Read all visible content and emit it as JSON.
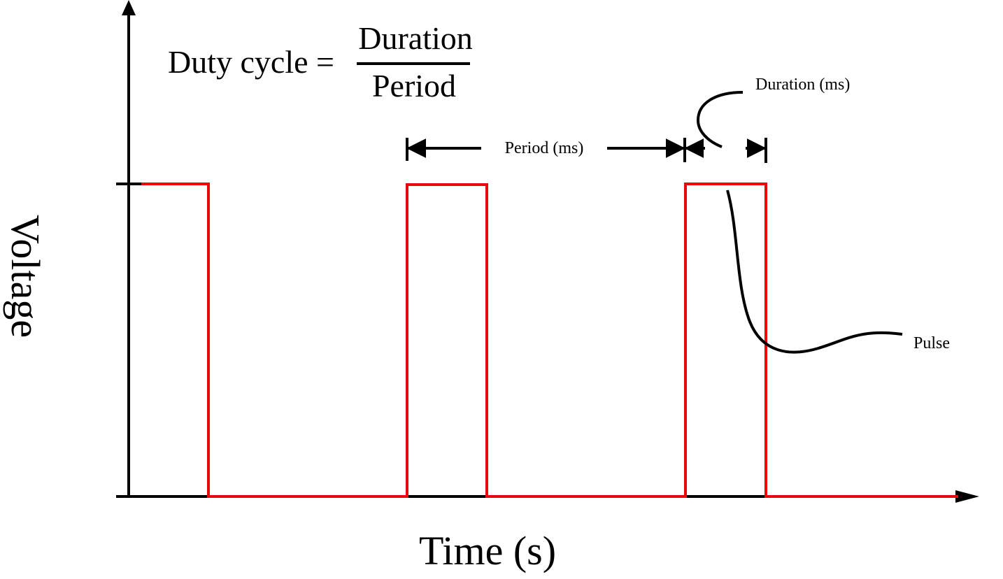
{
  "formula": {
    "lhs": "Duty cycle =",
    "numerator": "Duration",
    "denominator": "Period"
  },
  "axes": {
    "x_label": "Time (s)",
    "y_label": "Voltage"
  },
  "annotations": {
    "period": "Period (ms)",
    "duration": "Duration (ms)",
    "pulse": "Pulse"
  },
  "colors": {
    "signal": "#e8090f",
    "axis": "#000000"
  }
}
